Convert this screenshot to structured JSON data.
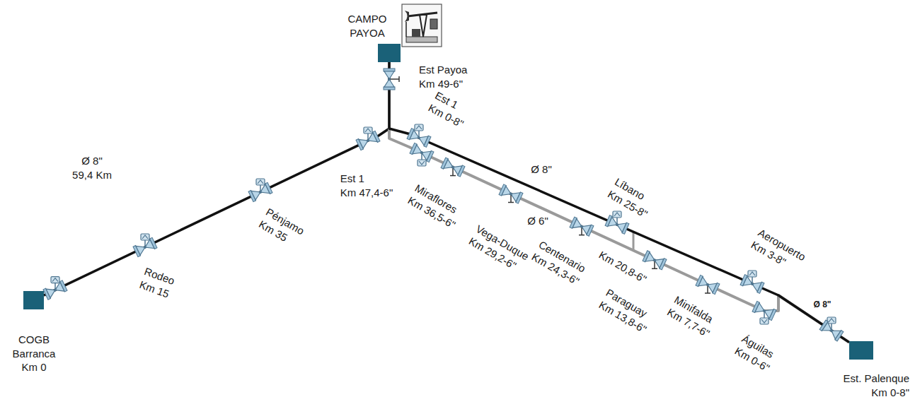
{
  "diagram": {
    "nodes": [
      {
        "text": [
          "CAMPO PAYOA"
        ]
      },
      {
        "text": [
          "COGB Barranca Km 0"
        ]
      },
      {
        "text": [
          "Est. Palenque Km 0-8\""
        ]
      }
    ],
    "edges": [
      {
        "from": 0,
        "to": 1,
        "arrow": "none"
      },
      {
        "from": 0,
        "to": 2,
        "arrow": "none"
      },
      {
        "from": 0,
        "to": 2,
        "arrow": "none"
      }
    ],
    "labels": [
      "Est Payoa Km 49-6\"",
      "Ø 8\" 59,4 Km",
      "Rodeo Km 15",
      "Pénjamo Km 35",
      "Est 1 Km 47,4-6\"",
      "Est 1 Km 0-8\"",
      "Ø 8\"",
      "Miraflores Km 36,5-6\"",
      "Vega-Duque Km 29,2-6\"",
      "Ø 6\"",
      "Centenario Km 24,3-6\"",
      "Km 20,8-6\"",
      "Líbano Km 25-8\"",
      "Paraguay Km 13,8-6\"",
      "Minifalda Km 7,7-6\"",
      "Aeropuerto Km 3-8\"",
      "Águilas Km 0-6\"",
      "Ø 8\""
    ]
  }
}
